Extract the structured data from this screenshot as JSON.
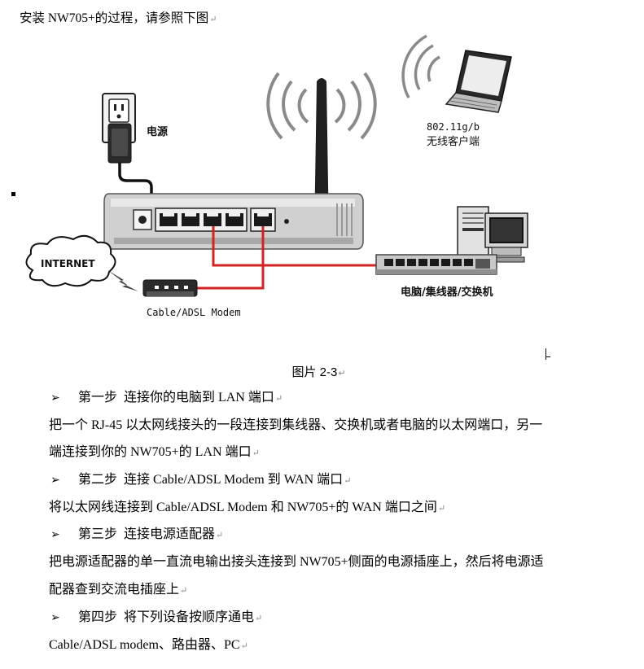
{
  "intro_text": "安装 NW705+的过程，请参照下图",
  "paragraph_mark": "↵",
  "diagram": {
    "label_power": "电源",
    "label_wireless_standard": "802.11g/b",
    "label_wireless_client": "无线客户端",
    "label_internet": "INTERNET",
    "label_modem": "Cable/ADSL Modem",
    "label_pc_hub_switch": "电脑/集线器/交换机"
  },
  "caption": "图片 2-3",
  "steps": [
    {
      "arrow": "➢",
      "name": "第一步",
      "title": "连接你的电脑到 LAN 端口"
    },
    {
      "arrow": "➢",
      "name": "第二步",
      "title": "连接 Cable/ADSL Modem 到 WAN 端口"
    },
    {
      "arrow": "➢",
      "name": "第三步",
      "title": "连接电源适配器"
    },
    {
      "arrow": "➢",
      "name": "第四步",
      "title": "将下列设备按顺序通电"
    }
  ],
  "paragraphs": {
    "step1_line1": "把一个 RJ-45 以太网线接头的一段连接到集线器、交换机或者电脑的以太网端口，另一",
    "step1_line2": "端连接到你的 NW705+的 LAN 端口",
    "step2_line1": "将以太网线连接到 Cable/ADSL Modem 和 NW705+的 WAN 端口之间",
    "step3_line1": "把电源适配器的单一直流电输出接头连接到 NW705+侧面的电源插座上，然后将电源适",
    "step3_line2": "配器查到交流电插座上",
    "step4_line1": "Cable/ADSL modem、路由器、PC"
  },
  "colors": {
    "cable_red": "#d32222",
    "device_gray": "#b8b8b8",
    "dark": "#222222"
  }
}
